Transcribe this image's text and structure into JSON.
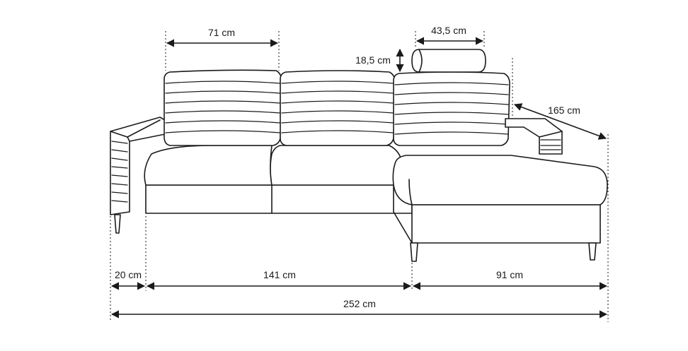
{
  "dimensions": {
    "backrest_section_width": "71 cm",
    "headrest_width": "43,5 cm",
    "headrest_height": "18,5 cm",
    "chaise_depth": "165 cm",
    "armrest_width": "20 cm",
    "middle_section_width": "141 cm",
    "chaise_width": "91 cm",
    "total_width": "252 cm"
  },
  "colors": {
    "line": "#1a1a1a",
    "background": "#ffffff"
  }
}
